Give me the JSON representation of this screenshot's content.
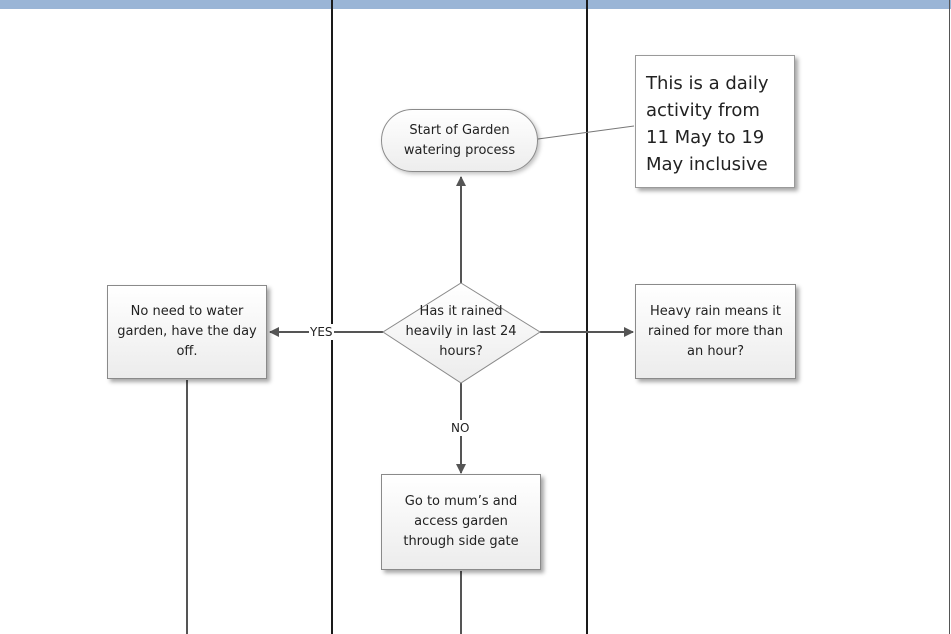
{
  "start_node": {
    "text": "Start of Garden watering process"
  },
  "note": {
    "text": "This is a daily activity from 11 May to 19 May inclusive"
  },
  "decision": {
    "text": "Has it rained heavily in last 24 hours?"
  },
  "yes_outcome": {
    "text": "No need to water garden, have the day off."
  },
  "definition_box": {
    "text": "Heavy rain means it rained for more than an hour?"
  },
  "no_outcome": {
    "text": "Go to mum’s and access garden through side gate"
  },
  "edge_labels": {
    "yes": "YES",
    "no": "NO"
  },
  "colors": {
    "header_bar": "#9ab5d6",
    "lane_lines": "#1a1a1a",
    "connectors": "#555555"
  }
}
